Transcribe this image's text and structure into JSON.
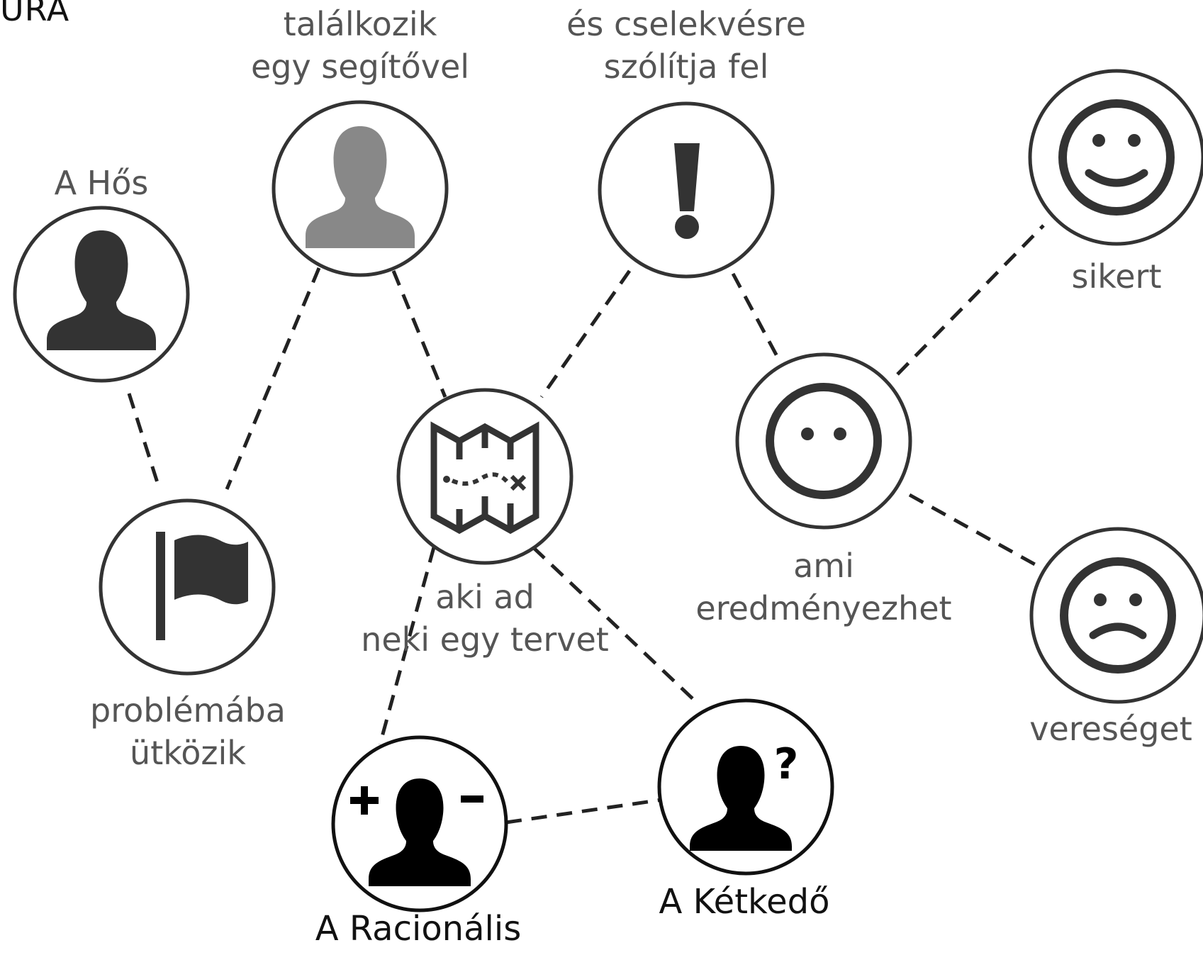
{
  "heading": "URA",
  "nodes": {
    "hero": {
      "lines": [
        "A Hős"
      ],
      "icon": "person-icon"
    },
    "helper": {
      "lines": [
        "találkozik",
        "egy segítővel"
      ],
      "icon": "person-gray-icon"
    },
    "call": {
      "lines": [
        "és cselekvésre",
        "szólítja fel"
      ],
      "icon": "exclamation-icon"
    },
    "success": {
      "lines": [
        "sikert"
      ],
      "icon": "smiley-face-icon"
    },
    "problem": {
      "lines": [
        "problémába",
        "ütközik"
      ],
      "icon": "flag-icon"
    },
    "plan": {
      "lines": [
        "aki ad",
        "neki egy tervet"
      ],
      "icon": "map-icon"
    },
    "outcome": {
      "lines": [
        "ami",
        "eredményezhet"
      ],
      "icon": "neutral-face-icon"
    },
    "defeat": {
      "lines": [
        "vereséget"
      ],
      "icon": "sad-face-icon"
    },
    "rational": {
      "lines": [
        "A Racionális"
      ],
      "icon": "person-plus-minus-icon"
    },
    "doubter": {
      "lines": [
        "A Kétkedő"
      ],
      "icon": "person-question-icon"
    }
  },
  "colors": {
    "line": "#222222",
    "icon_dark": "#333333",
    "icon_gray": "#888888",
    "label": "#555555",
    "label_dark": "#111111"
  }
}
